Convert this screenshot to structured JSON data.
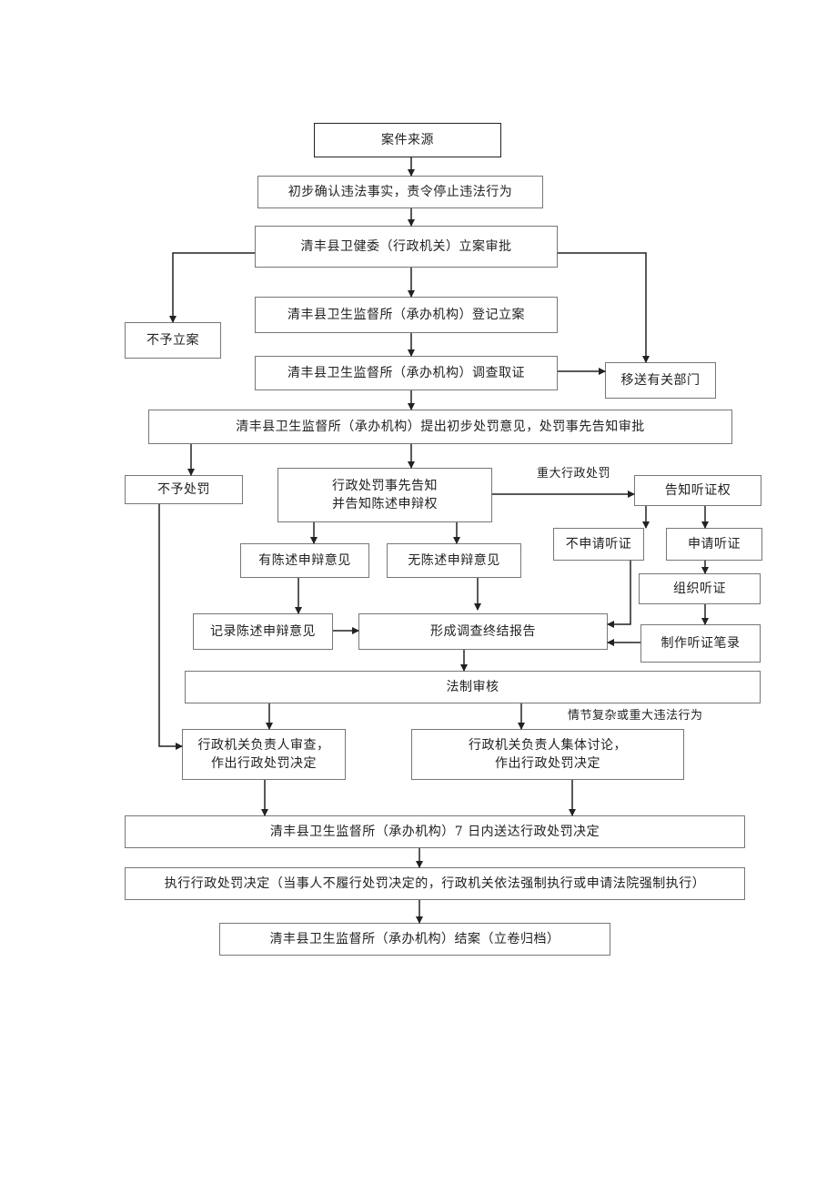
{
  "nodes": {
    "source": "案件来源",
    "confirm": "初步确认违法事实，责令停止违法行为",
    "approve": "清丰县卫健委（行政机关）立案审批",
    "no_case": "不予立案",
    "register": "清丰县卫生监督所（承办机构）登记立案",
    "investigate": "清丰县卫生监督所（承办机构）调查取证",
    "transfer": "移送有关部门",
    "opinion": "清丰县卫生监督所（承办机构）提出初步处罚意见，处罚事先告知审批",
    "no_penalty": "不予处罚",
    "notify_line1": "行政处罚事先告知",
    "notify_line2": "并告知陈述申辩权",
    "hearing_right": "告知听证权",
    "no_apply": "不申请听证",
    "apply": "申请听证",
    "has_statement": "有陈述申辩意见",
    "no_statement": "无陈述申辩意见",
    "organize": "组织听证",
    "record_statement": "记录陈述申辩意见",
    "final_report": "形成调查终结报告",
    "hearing_record": "制作听证笔录",
    "legal_review": "法制审核",
    "head_review_line1": "行政机关负责人审查，",
    "head_review_line2": "作出行政处罚决定",
    "collective_line1": "行政机关负责人集体讨论，",
    "collective_line2": "作出行政处罚决定",
    "deliver": "清丰县卫生监督所（承办机构）7 日内送达行政处罚决定",
    "execute": "执行行政处罚决定（当事人不履行处罚决定的，行政机关依法强制执行或申请法院强制执行）",
    "close": "清丰县卫生监督所（承办机构）结案（立卷归档）"
  },
  "labels": {
    "major": "重大行政处罚",
    "complex": "情节复杂或重大违法行为"
  }
}
